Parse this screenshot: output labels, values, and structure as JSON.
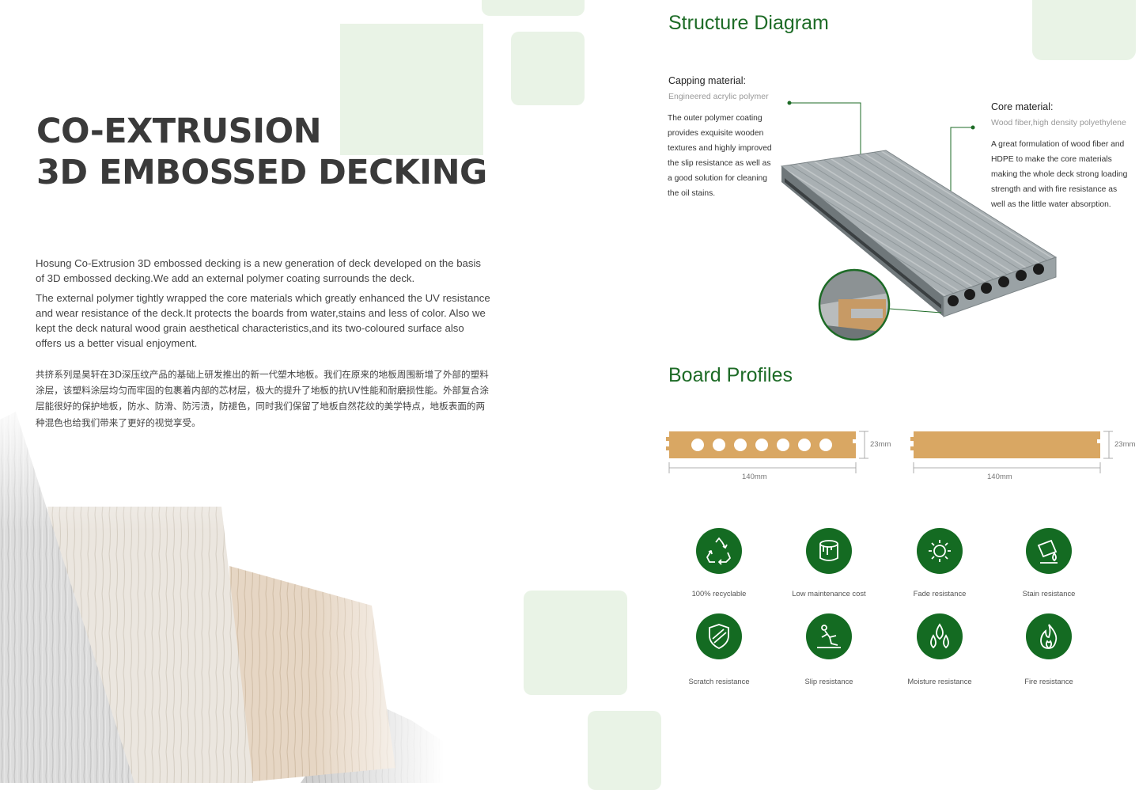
{
  "left": {
    "title_line1": "CO-EXTRUSION",
    "title_line2": "3D EMBOSSED DECKING",
    "paragraph1": "Hosung Co-Extrusion 3D embossed decking is a new generation of deck developed on the basis of 3D embossed decking.We add an external polymer coating surrounds the deck.",
    "paragraph2": "The external polymer tightly wrapped the core materials which greatly enhanced the UV resistance and wear resistance of the deck.It protects the boards from water,stains and less of color. Also we kept the deck natural wood grain aesthetical characteristics,and its two-coloured surface also offers us a better visual enjoyment.",
    "paragraph_cn": "共挤系列是昊轩在3D深压纹产品的基础上研发推出的新一代塑木地板。我们在原来的地板周围新增了外部的塑料涂层，该塑料涂层均匀而牢固的包裹着内部的芯材层，极大的提升了地板的抗UV性能和耐磨损性能。外部复合涂层能很好的保护地板，防水、防滑、防污渍，防褪色，同时我们保留了地板自然花纹的美学特点，地板表面的两种混色也给我们带来了更好的视觉享受。"
  },
  "structure": {
    "heading": "Structure Diagram",
    "capping_title": "Capping material:",
    "capping_sub": "Engineered acrylic polymer",
    "capping_desc": "The outer polymer coating provides exquisite wooden textures and highly improved the slip resistance as well as a good solution for cleaning the oil stains.",
    "core_title": "Core material:",
    "core_sub": "Wood fiber,high density polyethylene",
    "core_desc": "A great formulation of wood fiber and HDPE to make the core materials making the whole deck strong loading strength and with fire resistance as well as the little water absorption."
  },
  "profiles": {
    "heading": "Board Profiles",
    "hollow_width": "140mm",
    "hollow_height": "23mm",
    "solid_width": "140mm",
    "solid_height": "23mm"
  },
  "features": [
    {
      "label": "100% recyclable",
      "icon": "recycle-icon"
    },
    {
      "label": "Low maintenance cost",
      "icon": "paint-bucket-icon"
    },
    {
      "label": "Fade resistance",
      "icon": "sun-icon"
    },
    {
      "label": "Stain resistance",
      "icon": "spill-icon"
    },
    {
      "label": "Scratch resistance",
      "icon": "shield-icon"
    },
    {
      "label": "Slip resistance",
      "icon": "slip-icon"
    },
    {
      "label": "Moisture resistance",
      "icon": "water-drops-icon"
    },
    {
      "label": "Fire resistance",
      "icon": "fire-icon"
    }
  ],
  "colors": {
    "accent_green": "#146b22",
    "heading_green": "#1d6b26",
    "pale_green": "#e9f3e6",
    "board_tan": "#d9a763"
  }
}
